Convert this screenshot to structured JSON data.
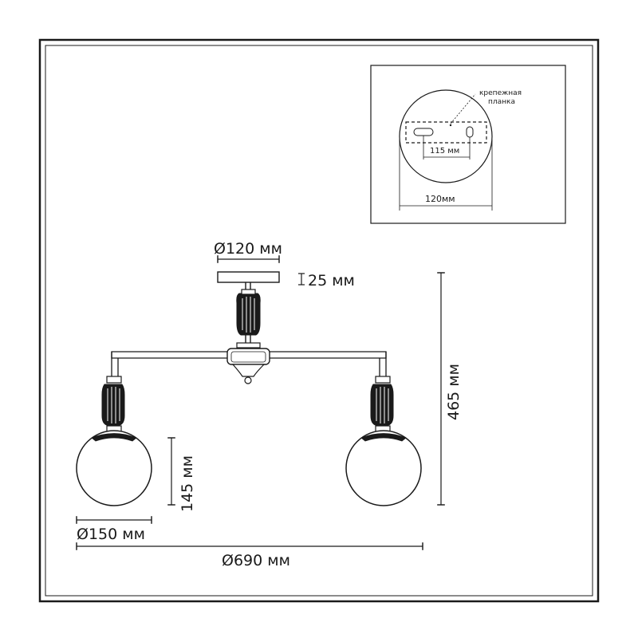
{
  "dimensions": {
    "canopy_diameter": "Ø120 мм",
    "canopy_height": "25 мм",
    "total_height": "465 мм",
    "shade_height": "145 мм",
    "shade_diameter": "Ø150 мм",
    "total_width": "Ø690 мм"
  },
  "inset": {
    "bracket_label_line1": "крепежная",
    "bracket_label_line2": "планка",
    "hole_spacing": "115 мм",
    "plate_diameter": "120мм"
  }
}
